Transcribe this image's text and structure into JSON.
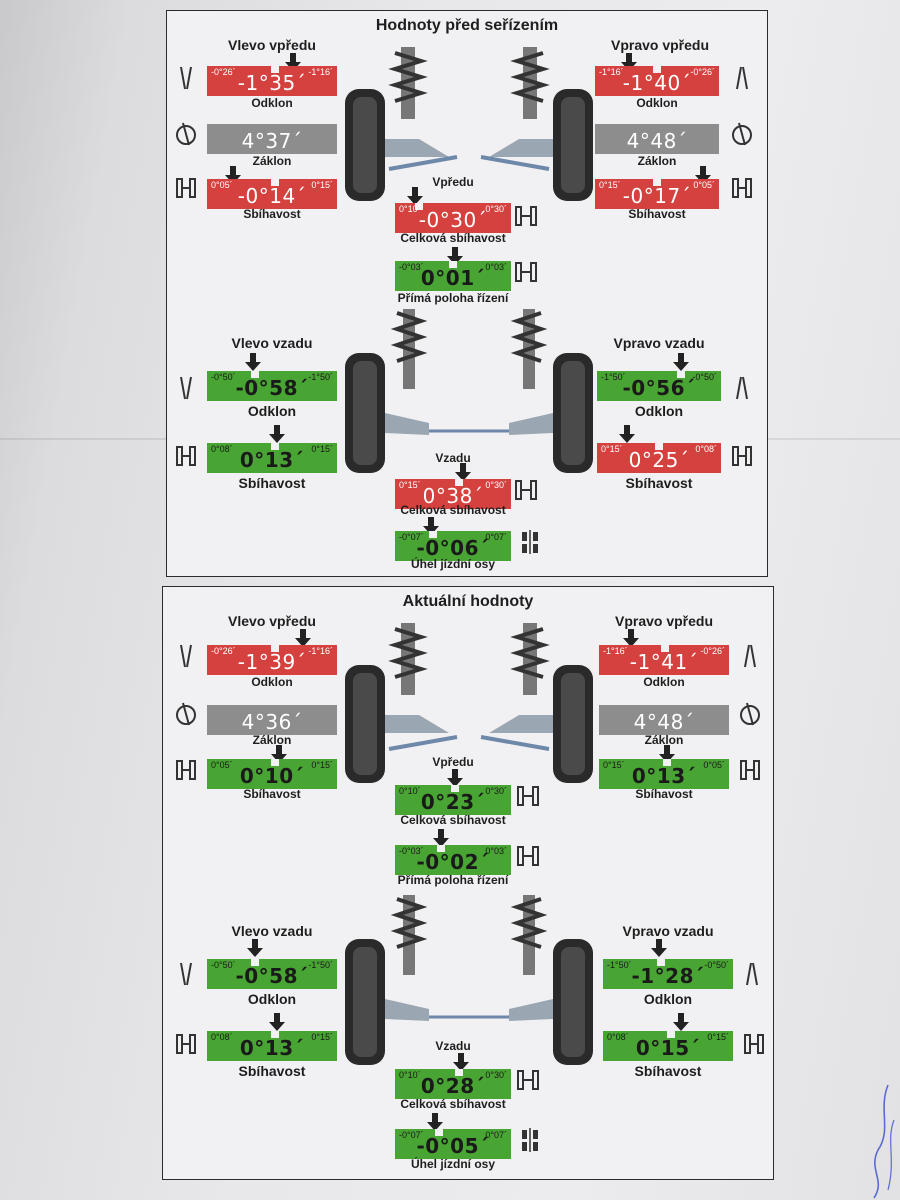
{
  "before": {
    "title": "Hodnoty před seřízením",
    "front_left": {
      "heading": "Vlevo vpředu",
      "camber": {
        "value": "-1°35´",
        "min": "-0°26´",
        "max": "-1°16´"
      },
      "camber_label": "Odklon",
      "caster": {
        "value": "4°37´"
      },
      "caster_label": "Záklon",
      "toe": {
        "value": "-0°14´",
        "min": "0°05´",
        "max": "0°15´"
      },
      "toe_label": "Sbíhavost"
    },
    "front_right": {
      "heading": "Vpravo vpředu",
      "camber": {
        "value": "-1°40´",
        "min": "-1°16´",
        "max": "-0°26´"
      },
      "camber_label": "Odklon",
      "caster": {
        "value": "4°48´"
      },
      "caster_label": "Záklon",
      "toe": {
        "value": "-0°17´",
        "min": "0°15´",
        "max": "0°05´"
      },
      "toe_label": "Sbíhavost"
    },
    "front_total": {
      "heading": "Vpředu",
      "value": "-0°30´",
      "min": "0°10´",
      "max": "0°30´",
      "label": "Celková sbíhavost"
    },
    "steering": {
      "value": "0°01´",
      "min": "-0°03´",
      "max": "0°03´",
      "label": "Přímá poloha řízení"
    },
    "rear_left": {
      "heading": "Vlevo vzadu",
      "camber": {
        "value": "-0°58´",
        "min": "-0°50´",
        "max": "-1°50´"
      },
      "camber_label": "Odklon",
      "toe": {
        "value": "0°13´",
        "min": "0°08´",
        "max": "0°15´"
      },
      "toe_label": "Sbíhavost"
    },
    "rear_right": {
      "heading": "Vpravo vzadu",
      "camber": {
        "value": "-0°56´",
        "min": "-1°50´",
        "max": "-0°50´"
      },
      "camber_label": "Odklon",
      "toe": {
        "value": "0°25´",
        "min": "0°15´",
        "max": "0°08´"
      },
      "toe_label": "Sbíhavost"
    },
    "rear_total": {
      "heading": "Vzadu",
      "value": "0°38´",
      "min": "0°15´",
      "max": "0°30´",
      "label": "Celková sbíhavost"
    },
    "thrust": {
      "value": "-0°06´",
      "min": "-0°07´",
      "max": "0°07´",
      "label": "Úhel jízdní osy"
    }
  },
  "after": {
    "title": "Aktuální hodnoty",
    "front_left": {
      "heading": "Vlevo vpředu",
      "camber": {
        "value": "-1°39´",
        "min": "-0°26´",
        "max": "-1°16´"
      },
      "camber_label": "Odklon",
      "caster": {
        "value": "4°36´"
      },
      "caster_label": "Záklon",
      "toe": {
        "value": "0°10´",
        "min": "0°05´",
        "max": "0°15´"
      },
      "toe_label": "Sbíhavost"
    },
    "front_right": {
      "heading": "Vpravo vpředu",
      "camber": {
        "value": "-1°41´",
        "min": "-1°16´",
        "max": "-0°26´"
      },
      "camber_label": "Odklon",
      "caster": {
        "value": "4°48´"
      },
      "caster_label": "Záklon",
      "toe": {
        "value": "0°13´",
        "min": "0°15´",
        "max": "0°05´"
      },
      "toe_label": "Sbíhavost"
    },
    "front_total": {
      "heading": "Vpředu",
      "value": "0°23´",
      "min": "0°10´",
      "max": "0°30´",
      "label": "Celková sbíhavost"
    },
    "steering": {
      "value": "-0°02´",
      "min": "-0°03´",
      "max": "0°03´",
      "label": "Přímá poloha řízení"
    },
    "rear_left": {
      "heading": "Vlevo vzadu",
      "camber": {
        "value": "-0°58´",
        "min": "-0°50´",
        "max": "-1°50´"
      },
      "camber_label": "Odklon",
      "toe": {
        "value": "0°13´",
        "min": "0°08´",
        "max": "0°15´"
      },
      "toe_label": "Sbíhavost"
    },
    "rear_right": {
      "heading": "Vpravo vzadu",
      "camber": {
        "value": "-1°28´",
        "min": "-1°50´",
        "max": "-0°50´"
      },
      "camber_label": "Odklon",
      "toe": {
        "value": "0°15´",
        "min": "0°08´",
        "max": "0°15´"
      },
      "toe_label": "Sbíhavost"
    },
    "rear_total": {
      "heading": "Vzadu",
      "value": "0°28´",
      "min": "0°10´",
      "max": "0°30´",
      "label": "Celková sbíhavost"
    },
    "thrust": {
      "value": "-0°05´",
      "min": "-0°07´",
      "max": "0°07´",
      "label": "Úhel jízdní osy"
    }
  },
  "colors": {
    "out_of_range": "#d5413f",
    "in_range": "#49a533",
    "neutral": "#8d8d8d"
  }
}
